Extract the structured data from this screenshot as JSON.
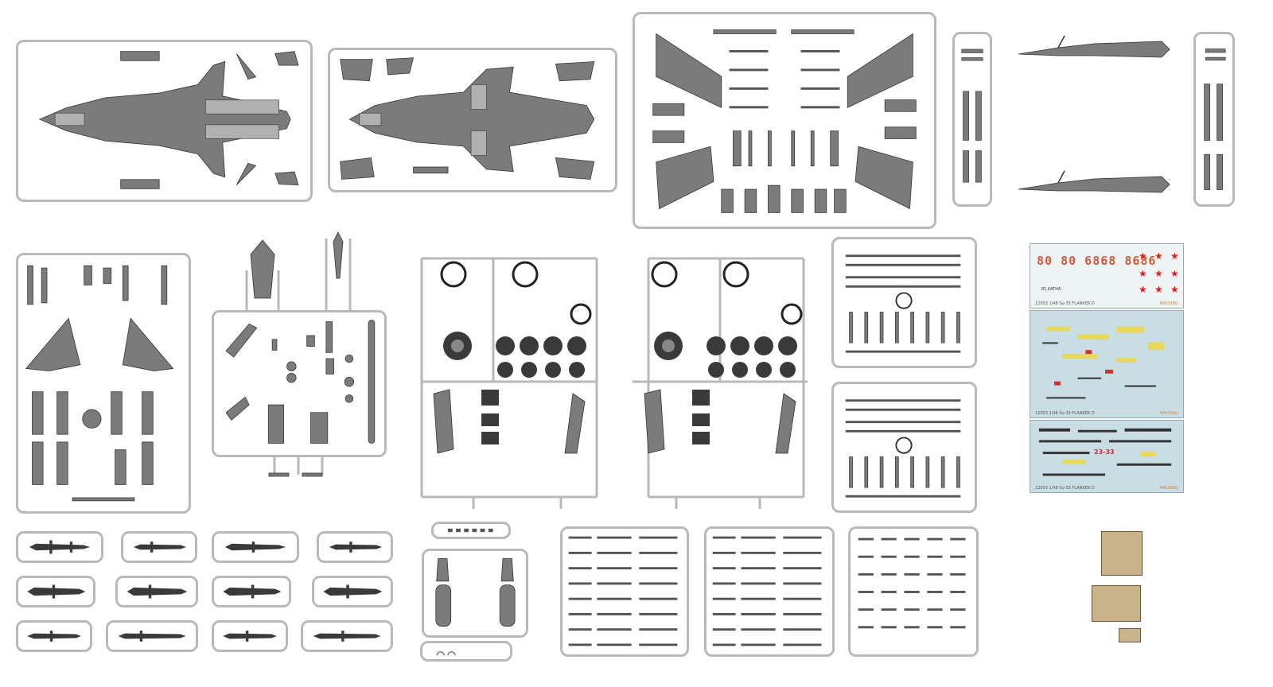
{
  "decals": {
    "sheet1": {
      "codes_row": "80 80 6868 8686",
      "small_text": "81 KATHA",
      "caption": "12003 1/48 Su-33 FLANKER D",
      "brand": "AMUSING"
    },
    "sheet2": {
      "caption": "12003 1/48 Su-33 FLANKER D",
      "brand": "AMUSING"
    },
    "sheet3": {
      "caption": "12003 1/48 Su-33 FLANKER D",
      "brand": "AMUSING",
      "tail_number": "23-33"
    }
  },
  "colors": {
    "plastic": "#7b7b7b",
    "runner": "#b9b9b9",
    "decal_red": "#d35a3a",
    "decal_blue": "#c9dde4",
    "photoetch": "#c9b48a"
  }
}
